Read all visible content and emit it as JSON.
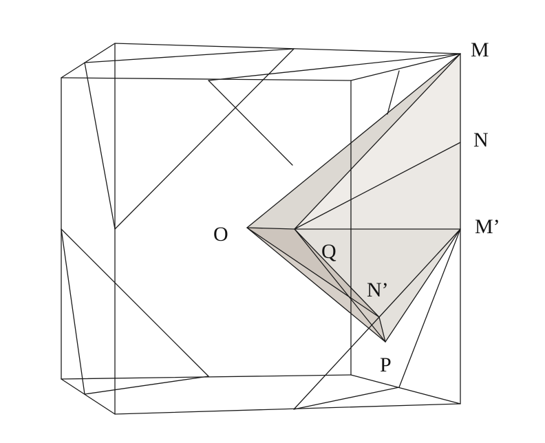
{
  "diagram": {
    "labels": {
      "M": "M",
      "N": "N",
      "M_prime": "M’",
      "O": "O",
      "Q": "Q",
      "N_prime": "N’",
      "P": "P"
    },
    "colors": {
      "edge": "#1a1a1a",
      "face_light": "#efece8",
      "face_mid": "#e4e1dc",
      "face_dark": "#d3ccc5",
      "face_darkest": "#c9c1b9"
    }
  }
}
